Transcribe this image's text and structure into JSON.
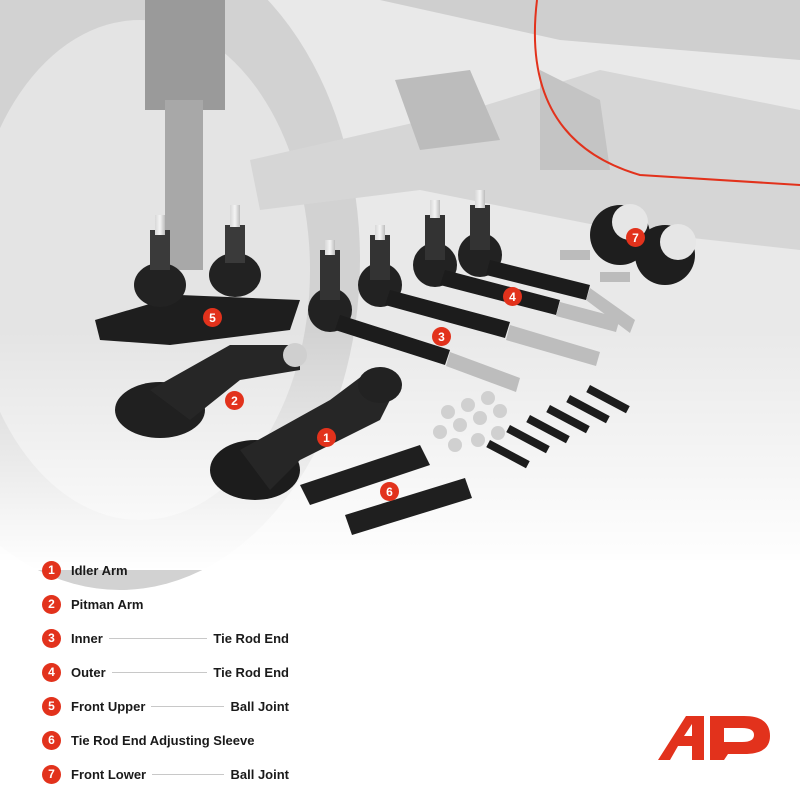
{
  "legend": [
    {
      "num": "1",
      "label": "Idler Arm"
    },
    {
      "num": "2",
      "label": "Pitman Arm"
    },
    {
      "num": "3",
      "label_a": "Inner",
      "label_b": "Tie Rod End"
    },
    {
      "num": "4",
      "label_a": "Outer",
      "label_b": "Tie Rod End"
    },
    {
      "num": "5",
      "label_a": "Front Upper",
      "label_b": "Ball Joint"
    },
    {
      "num": "6",
      "label": "Tie Rod End Adjusting Sleeve"
    },
    {
      "num": "7",
      "label_a": "Front Lower",
      "label_b": "Ball Joint"
    }
  ],
  "tags": [
    "5",
    "2",
    "1",
    "3",
    "4",
    "6",
    "7"
  ],
  "colors": {
    "accent": "#e2321c"
  }
}
